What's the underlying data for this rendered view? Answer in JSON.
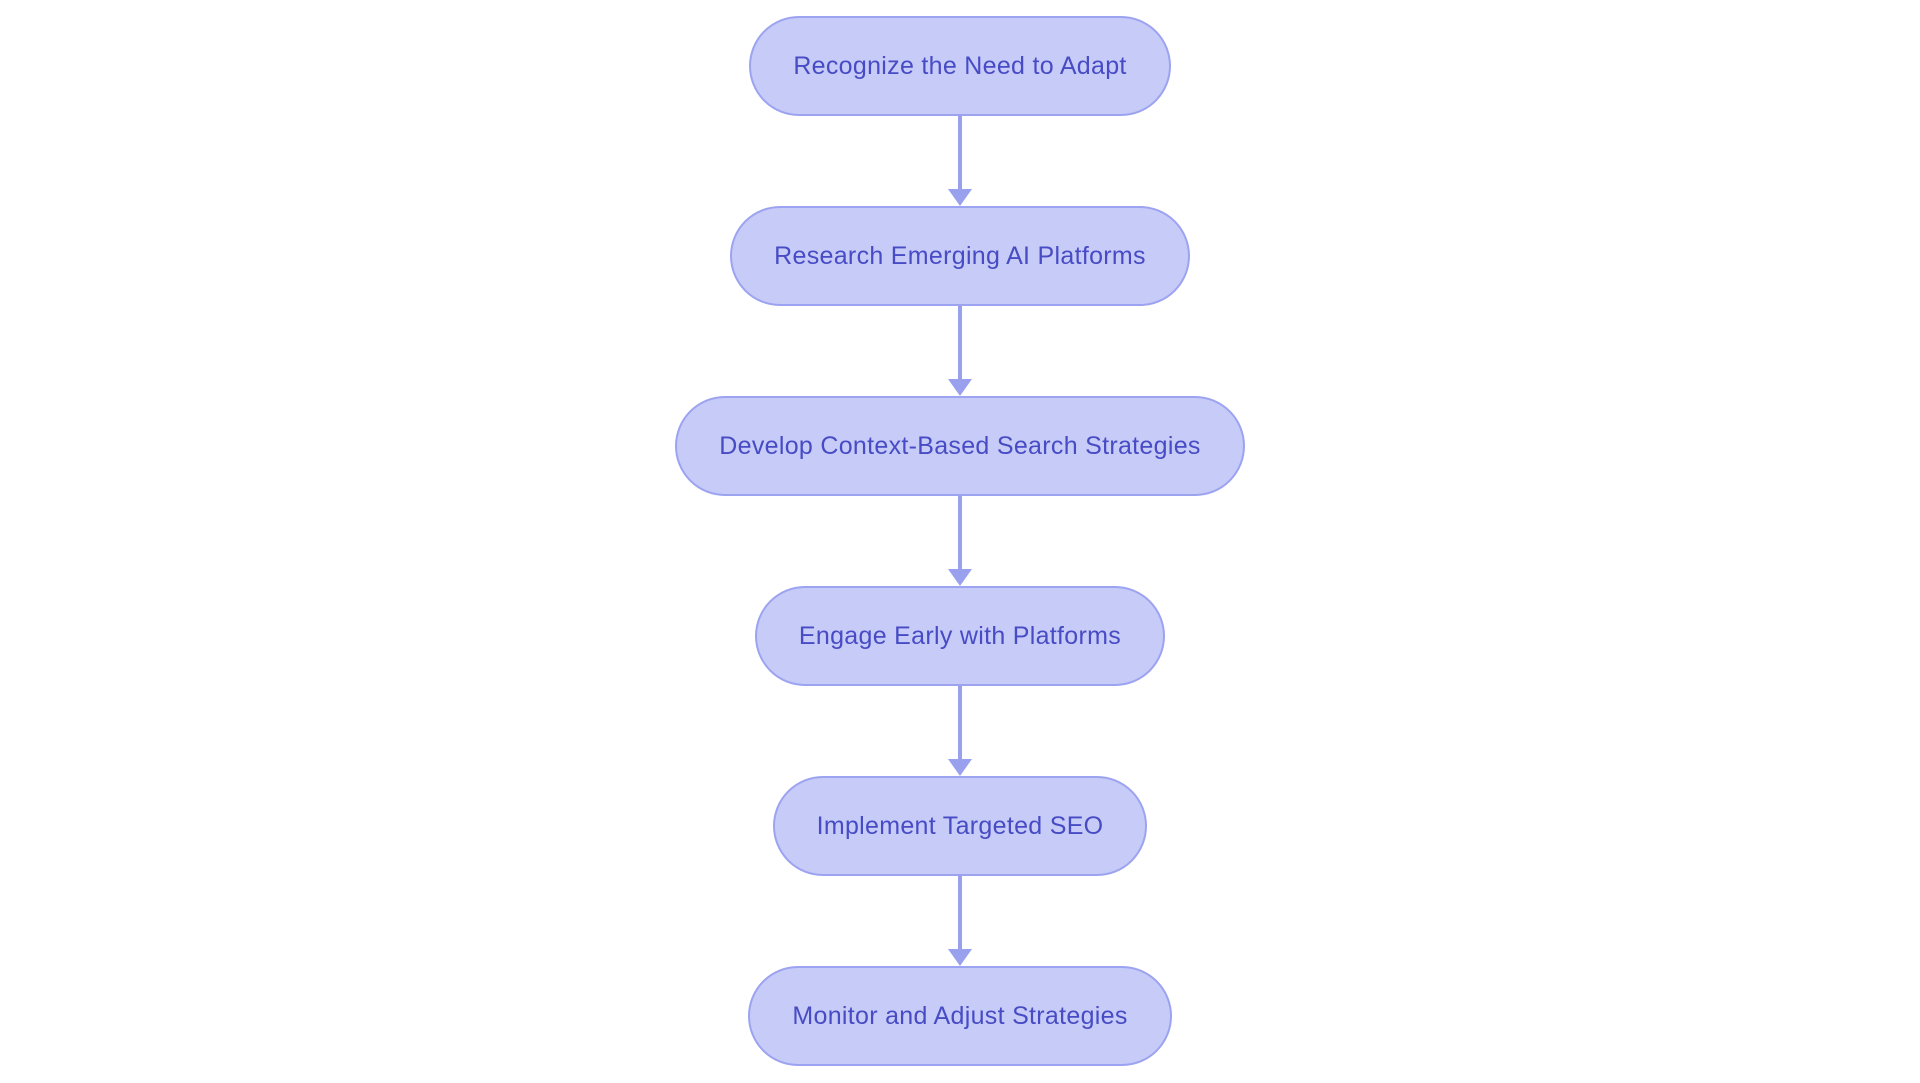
{
  "diagram": {
    "type": "flowchart",
    "direction": "top-down",
    "colors": {
      "background": "#ffffff",
      "node_fill": "#c7cbf8",
      "node_border": "#9ca3f0",
      "node_text": "#474bc4",
      "arrow": "#99a1ee"
    },
    "nodes": [
      {
        "label": "Recognize the Need to Adapt"
      },
      {
        "label": "Research Emerging AI Platforms"
      },
      {
        "label": "Develop Context-Based Search Strategies"
      },
      {
        "label": "Engage Early with Platforms"
      },
      {
        "label": "Implement Targeted SEO"
      },
      {
        "label": "Monitor and Adjust Strategies"
      }
    ],
    "edges": [
      {
        "from": "Recognize the Need to Adapt",
        "to": "Research Emerging AI Platforms"
      },
      {
        "from": "Research Emerging AI Platforms",
        "to": "Develop Context-Based Search Strategies"
      },
      {
        "from": "Develop Context-Based Search Strategies",
        "to": "Engage Early with Platforms"
      },
      {
        "from": "Engage Early with Platforms",
        "to": "Implement Targeted SEO"
      },
      {
        "from": "Implement Targeted SEO",
        "to": "Monitor and Adjust Strategies"
      }
    ]
  }
}
